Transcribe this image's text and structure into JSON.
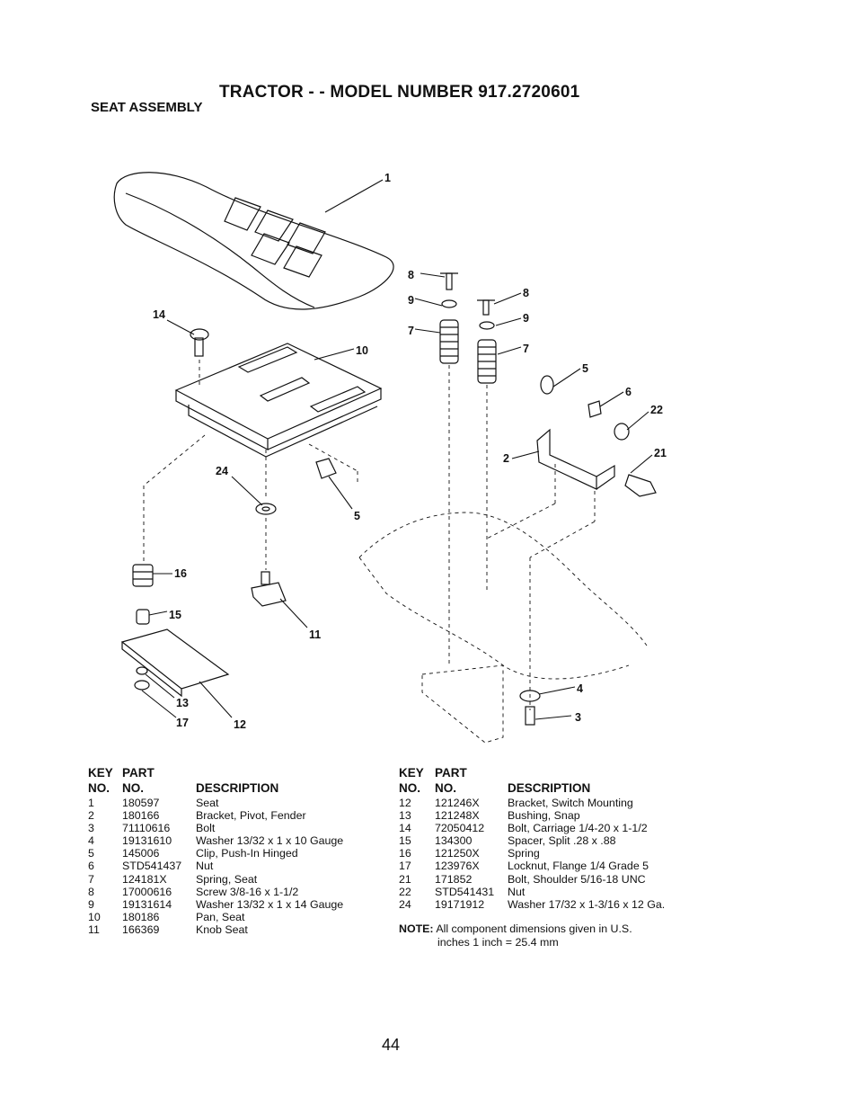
{
  "header": {
    "title": "TRACTOR - - MODEL NUMBER 917.2720601",
    "subtitle": "SEAT ASSEMBLY"
  },
  "diagram": {
    "callouts": [
      "1",
      "14",
      "10",
      "8",
      "9",
      "7",
      "8",
      "9",
      "7",
      "5",
      "6",
      "22",
      "2",
      "21",
      "24",
      "5",
      "16",
      "15",
      "11",
      "13",
      "17",
      "12",
      "4",
      "3"
    ]
  },
  "table_left": {
    "headers": {
      "key_top": "KEY",
      "key_bottom": "NO.",
      "part_top": "PART",
      "part_bottom": "NO.",
      "description": "DESCRIPTION"
    },
    "rows": [
      {
        "key": "1",
        "part": "180597",
        "desc": "Seat"
      },
      {
        "key": "2",
        "part": "180166",
        "desc": "Bracket, Pivot, Fender"
      },
      {
        "key": "3",
        "part": "71110616",
        "desc": "Bolt"
      },
      {
        "key": "4",
        "part": "19131610",
        "desc": "Washer 13/32 x 1 x 10 Gauge"
      },
      {
        "key": "5",
        "part": "145006",
        "desc": "Clip, Push-In Hinged"
      },
      {
        "key": "6",
        "part": "STD541437",
        "desc": "Nut"
      },
      {
        "key": "7",
        "part": "124181X",
        "desc": "Spring, Seat"
      },
      {
        "key": "8",
        "part": "17000616",
        "desc": "Screw 3/8-16 x 1-1/2"
      },
      {
        "key": "9",
        "part": "19131614",
        "desc": "Washer 13/32 x 1 x 14 Gauge"
      },
      {
        "key": "10",
        "part": "180186",
        "desc": "Pan, Seat"
      },
      {
        "key": "11",
        "part": "166369",
        "desc": "Knob Seat"
      }
    ]
  },
  "table_right": {
    "headers": {
      "key_top": "KEY",
      "key_bottom": "NO.",
      "part_top": "PART",
      "part_bottom": "NO.",
      "description": "DESCRIPTION"
    },
    "rows": [
      {
        "key": "12",
        "part": "121246X",
        "desc": "Bracket, Switch Mounting"
      },
      {
        "key": "13",
        "part": "121248X",
        "desc": "Bushing, Snap"
      },
      {
        "key": "14",
        "part": "72050412",
        "desc": "Bolt, Carriage 1/4-20 x 1-1/2"
      },
      {
        "key": "15",
        "part": "134300",
        "desc": "Spacer, Split .28 x .88"
      },
      {
        "key": "16",
        "part": "121250X",
        "desc": "Spring"
      },
      {
        "key": "17",
        "part": "123976X",
        "desc": "Locknut, Flange 1/4 Grade 5"
      },
      {
        "key": "21",
        "part": "171852",
        "desc": "Bolt, Shoulder 5/16-18 UNC"
      },
      {
        "key": "22",
        "part": "STD541431",
        "desc": "Nut"
      },
      {
        "key": "24",
        "part": "19171912",
        "desc": "Washer 17/32 x 1-3/16 x 12 Ga."
      }
    ]
  },
  "note": {
    "label": "NOTE:",
    "line1": "All component dimensions given in U.S.",
    "line2": "inches 1 inch = 25.4 mm"
  },
  "footer": {
    "page_number": "44"
  }
}
